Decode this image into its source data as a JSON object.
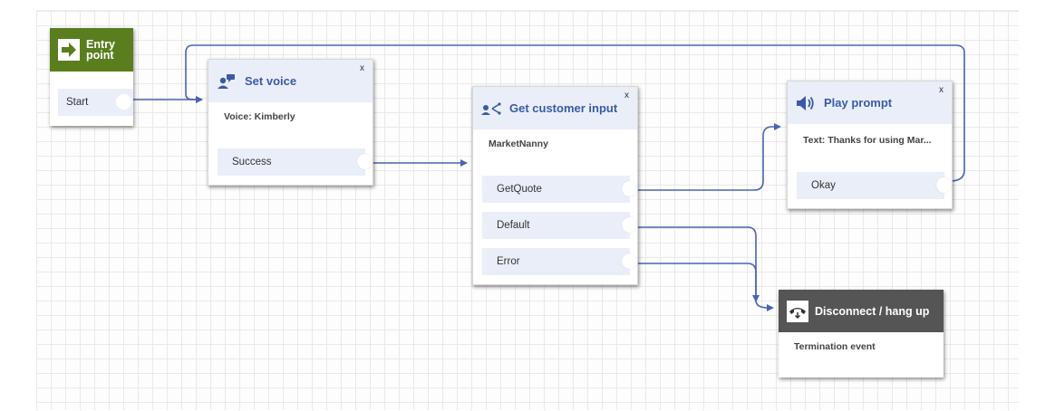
{
  "colors": {
    "entry_header": "#5a7e1e",
    "disconnect_header": "#555555",
    "block_header": "#e9eef8",
    "title_text": "#3b5aa7",
    "link": "#4a64b3"
  },
  "blocks": {
    "entry": {
      "title": "Entry point",
      "icon": "arrow-right-icon",
      "branch": "Start"
    },
    "set_voice": {
      "title": "Set voice",
      "icon": "set-voice-icon",
      "close": "x",
      "detail": "Voice: Kimberly",
      "branch": "Success"
    },
    "get_input": {
      "title": "Get customer input",
      "icon": "branch-icon",
      "close": "x",
      "detail": "MarketNanny",
      "branches": [
        "GetQuote",
        "Default",
        "Error"
      ]
    },
    "play_prompt": {
      "title": "Play prompt",
      "icon": "speaker-icon",
      "close": "x",
      "detail": "Text: Thanks for using Mar...",
      "branch": "Okay"
    },
    "disconnect": {
      "title": "Disconnect / hang up",
      "icon": "hangup-phone-icon",
      "detail": "Termination event"
    }
  }
}
